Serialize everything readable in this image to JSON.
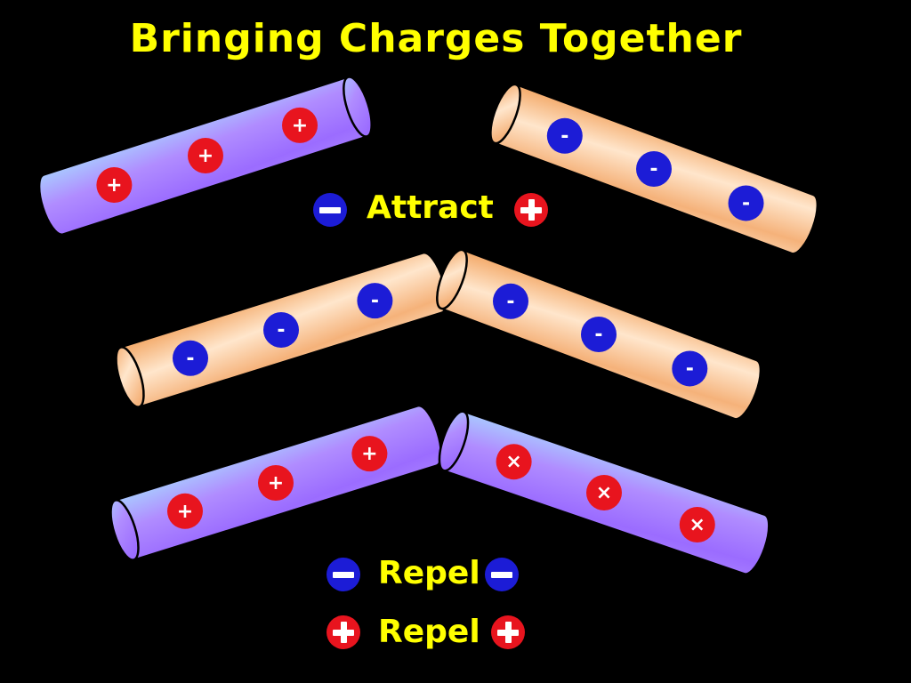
{
  "title": "Bringing Charges Together",
  "colors": {
    "title_text": "#ffff00",
    "positive_charge": "#e8141e",
    "negative_charge": "#1c1cd6",
    "charge_glyph": "#ffffff",
    "rod_positive": [
      "#a9c9ff",
      "#a46bff"
    ],
    "rod_negative": [
      "#f5b27a",
      "#ffe9d2"
    ]
  },
  "rods": [
    {
      "id": "top-left",
      "material": "positive",
      "charges": [
        "+",
        "+",
        "+"
      ]
    },
    {
      "id": "top-right",
      "material": "negative",
      "charges": [
        "-",
        "-",
        "-"
      ]
    },
    {
      "id": "mid-left",
      "material": "negative",
      "charges": [
        "-",
        "-",
        "-"
      ]
    },
    {
      "id": "mid-right",
      "material": "negative",
      "charges": [
        "-",
        "-",
        "-"
      ]
    },
    {
      "id": "bot-left",
      "material": "positive",
      "charges": [
        "+",
        "+",
        "+"
      ]
    },
    {
      "id": "bot-right",
      "material": "positive",
      "charges": [
        "×",
        "×",
        "×"
      ]
    }
  ],
  "labels": {
    "attract": {
      "text": "Attract",
      "left_icon": "minus-badge-icon",
      "right_icon": "plus-badge-icon"
    },
    "repel_negative": {
      "text": "Repel",
      "left_icon": "minus-badge-icon",
      "right_icon": "minus-badge-icon"
    },
    "repel_positive": {
      "text": "Repel",
      "left_icon": "plus-badge-icon",
      "right_icon": "plus-badge-icon"
    }
  }
}
